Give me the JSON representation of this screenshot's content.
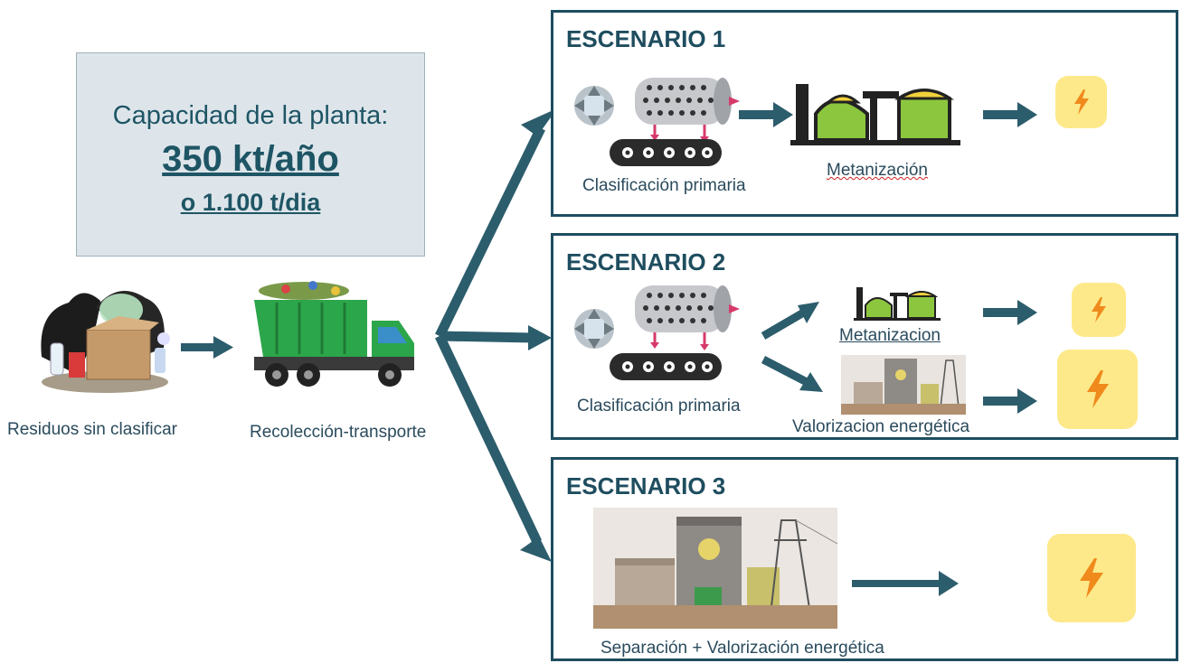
{
  "capacity": {
    "title": "Capacidad de la planta:",
    "main": "350 kt/año",
    "sub": "o 1.100 t/dia"
  },
  "stages": {
    "waste_label": "Residuos sin clasificar",
    "truck_label": "Recolección-transporte"
  },
  "scenarios": [
    {
      "title": "ESCENARIO 1",
      "classification_label": "Clasificación primaria",
      "process_label": "Metanización"
    },
    {
      "title": "ESCENARIO 2",
      "classification_label": "Clasificación primaria",
      "process_label": "Metanizacion",
      "process2_label": "Valorizacion energética"
    },
    {
      "title": "ESCENARIO 3",
      "process_label": "Separación + Valorización energética"
    }
  ],
  "colors": {
    "arrow": "#2c5d6c",
    "box_border": "#1e4d5f",
    "capacity_bg": "#dde5ea",
    "energy_bg": "#fde98a",
    "energy_bolt": "#f08a1c",
    "digester_green": "#8cc63e",
    "truck_green": "#2ca64a"
  },
  "icons": [
    "shredder-icon",
    "drum-screen-icon",
    "conveyor-icon",
    "biogas-plant-icon",
    "energy-bolt-icon",
    "waste-pile-icon",
    "garbage-truck-icon",
    "waste-to-energy-plant-icon"
  ]
}
